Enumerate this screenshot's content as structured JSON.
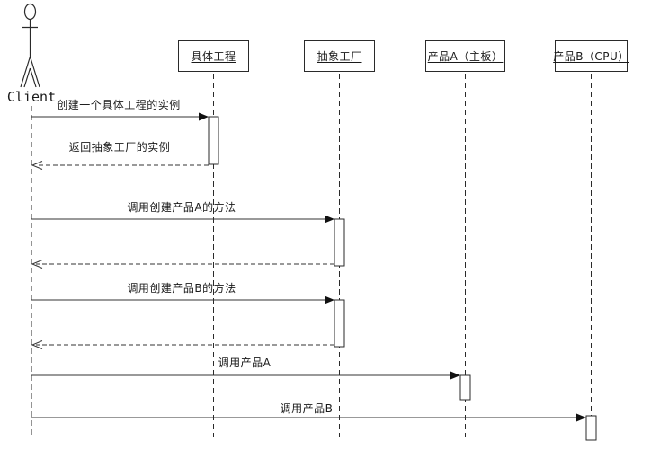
{
  "diagram": {
    "type": "uml-sequence-diagram",
    "actor": {
      "name": "Client"
    },
    "lifelines": [
      {
        "id": "concrete-project",
        "label": "具体工程"
      },
      {
        "id": "abstract-factory",
        "label": "抽象工厂"
      },
      {
        "id": "product-a",
        "label": "产品A（主板）"
      },
      {
        "id": "product-b",
        "label": "产品B（CPU）"
      }
    ],
    "messages": [
      {
        "label": "创建一个具体工程的实例",
        "type": "call",
        "from": "Client",
        "to": "具体工程"
      },
      {
        "label": "返回抽象工厂的实例",
        "type": "return",
        "from": "具体工程",
        "to": "Client"
      },
      {
        "label": "调用创建产品A的方法",
        "type": "call",
        "from": "Client",
        "to": "抽象工厂"
      },
      {
        "label": "",
        "type": "return",
        "from": "抽象工厂",
        "to": "Client"
      },
      {
        "label": "调用创建产品B的方法",
        "type": "call",
        "from": "Client",
        "to": "抽象工厂"
      },
      {
        "label": "",
        "type": "return",
        "from": "抽象工厂",
        "to": "Client"
      },
      {
        "label": "调用产品A",
        "type": "call",
        "from": "Client",
        "to": "产品A（主板）"
      },
      {
        "label": "调用产品B",
        "type": "call",
        "from": "Client",
        "to": "产品B（CPU）"
      }
    ],
    "colors": {
      "background": "#ffffff",
      "line": "#2a2a2a",
      "text": "#1a1a1a"
    }
  }
}
